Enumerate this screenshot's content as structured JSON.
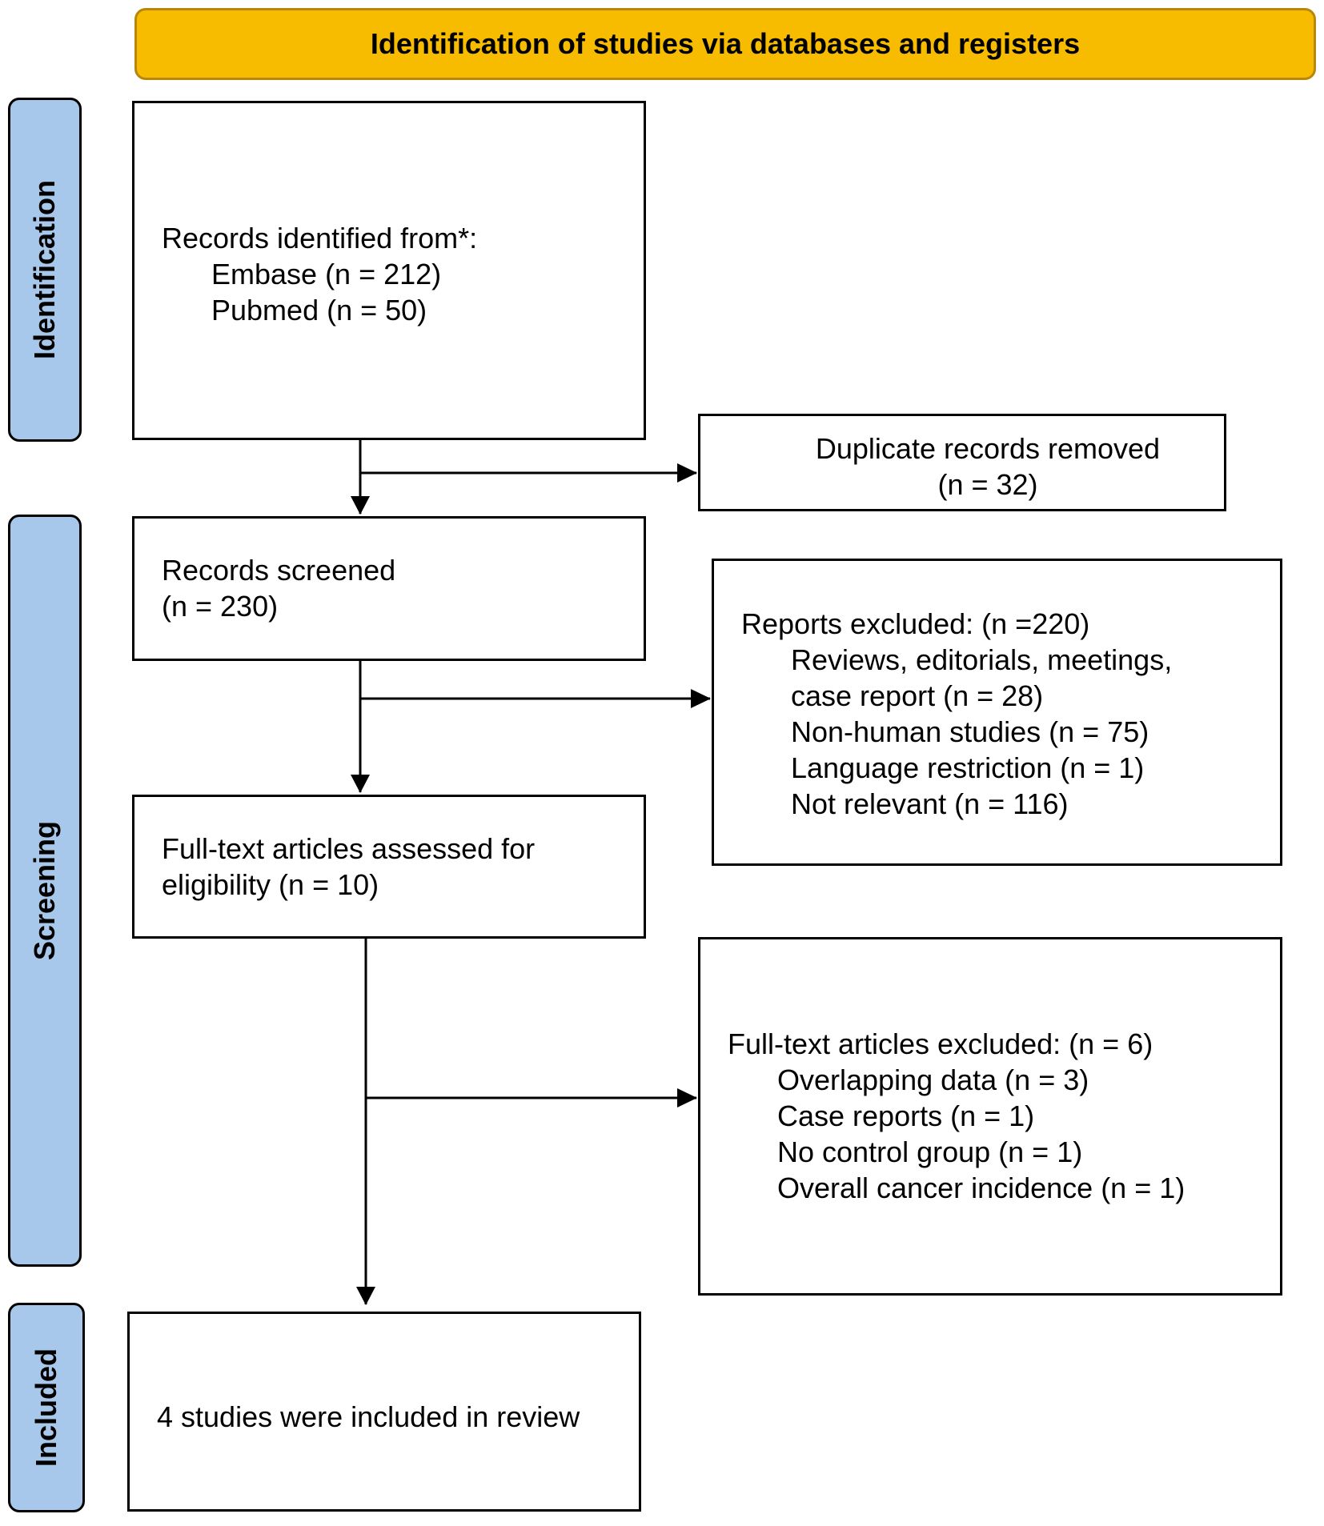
{
  "colors": {
    "banner_fill": "#f7bc00",
    "stage_fill": "#a7c8ea",
    "line": "#000000"
  },
  "banner": {
    "title": "Identification of studies via databases and registers"
  },
  "stages": {
    "identification": "Identification",
    "screening": "Screening",
    "included": "Included"
  },
  "records_identified": {
    "heading": "Records identified from*:",
    "sources": [
      "Embase (n = 212)",
      "Pubmed (n = 50)"
    ]
  },
  "duplicates_removed": {
    "line1": "Duplicate records removed",
    "line2": "(n = 32)"
  },
  "records_screened": {
    "line1": "Records screened",
    "line2": "(n = 230)"
  },
  "reports_excluded": {
    "heading": "Reports excluded: (n =220)",
    "reasons": [
      "Reviews, editorials, meetings,",
      "case report (n = 28)",
      "Non-human studies (n = 75)",
      "Language restriction (n = 1)",
      "Not relevant (n = 116)"
    ]
  },
  "fulltext_assessed": {
    "line1": "Full-text articles assessed for",
    "line2": "eligibility (n = 10)"
  },
  "fulltext_excluded": {
    "heading": "Full-text articles excluded: (n = 6)",
    "reasons": [
      "Overlapping data (n = 3)",
      "Case reports (n = 1)",
      "No control group (n = 1)",
      "Overall cancer incidence (n = 1)"
    ]
  },
  "included": {
    "text": "4 studies were included in review"
  }
}
